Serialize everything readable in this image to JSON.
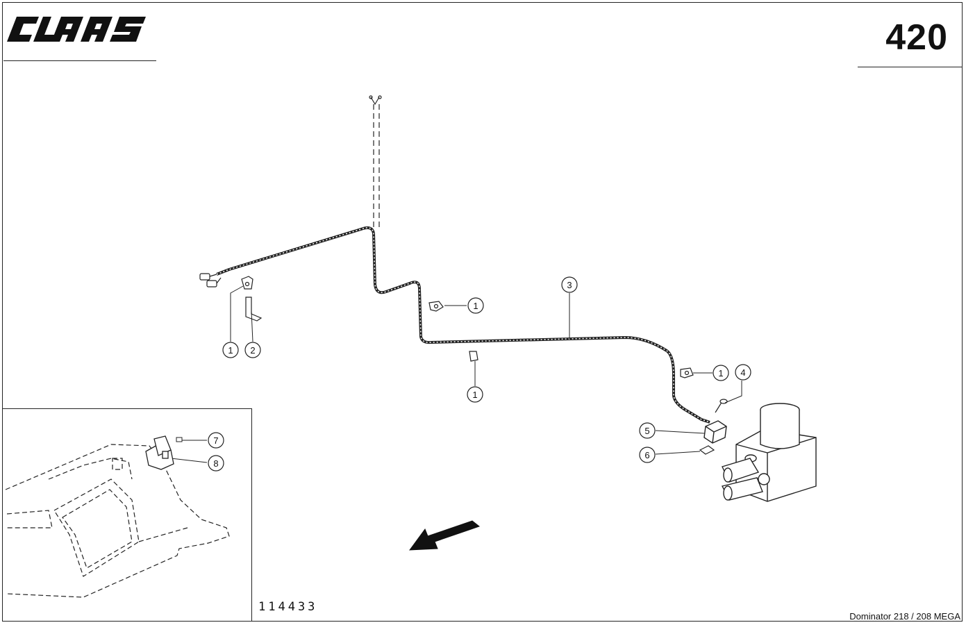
{
  "header": {
    "brand": "CLAAS",
    "page_number": "420"
  },
  "footer": {
    "drawing_id": "114433",
    "model": "Dominator 218 / 208 MEGA"
  },
  "callouts": {
    "c1_top": "1",
    "c1_left": "1",
    "c2_left": "2",
    "c3": "3",
    "c1_lower": "1",
    "c1_right": "1",
    "c4": "4",
    "c5": "5",
    "c6": "6",
    "c7": "7",
    "c8": "8"
  }
}
